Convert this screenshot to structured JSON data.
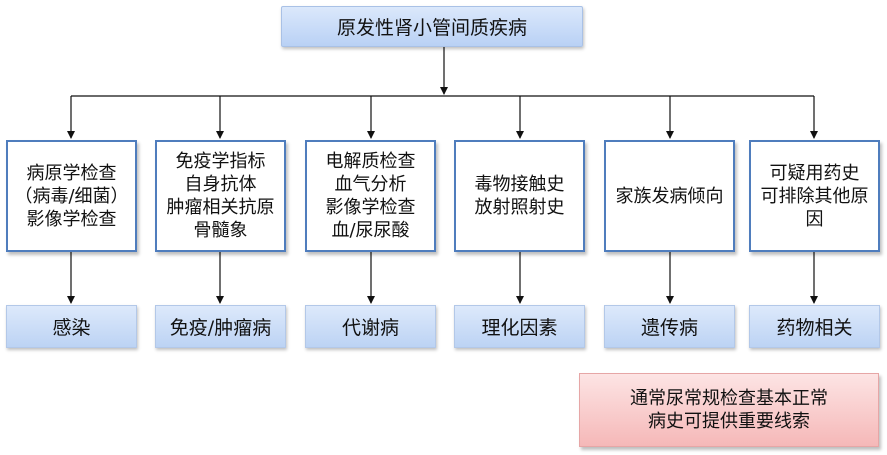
{
  "root": {
    "label": "原发性肾小管间质疾病"
  },
  "categories": [
    {
      "findings": [
        "病原学检查",
        "（病毒/细菌）",
        "影像学检查"
      ],
      "cause": "感染"
    },
    {
      "findings": [
        "免疫学指标",
        "自身抗体",
        "肿瘤相关抗原",
        "骨髓象"
      ],
      "cause": "免疫/肿瘤病"
    },
    {
      "findings": [
        "电解质检查",
        "血气分析",
        "影像学检查",
        "血/尿尿酸"
      ],
      "cause": "代谢病"
    },
    {
      "findings": [
        "毒物接触史",
        "放射照射史"
      ],
      "cause": "理化因素"
    },
    {
      "findings": [
        "家族发病倾向"
      ],
      "cause": "遗传病"
    },
    {
      "findings": [
        "可疑用药史",
        "可排除其他原",
        "因"
      ],
      "cause": "药物相关"
    }
  ],
  "note": {
    "lines": [
      "通常尿常规检查基本正常",
      "病史可提供重要线索"
    ]
  }
}
